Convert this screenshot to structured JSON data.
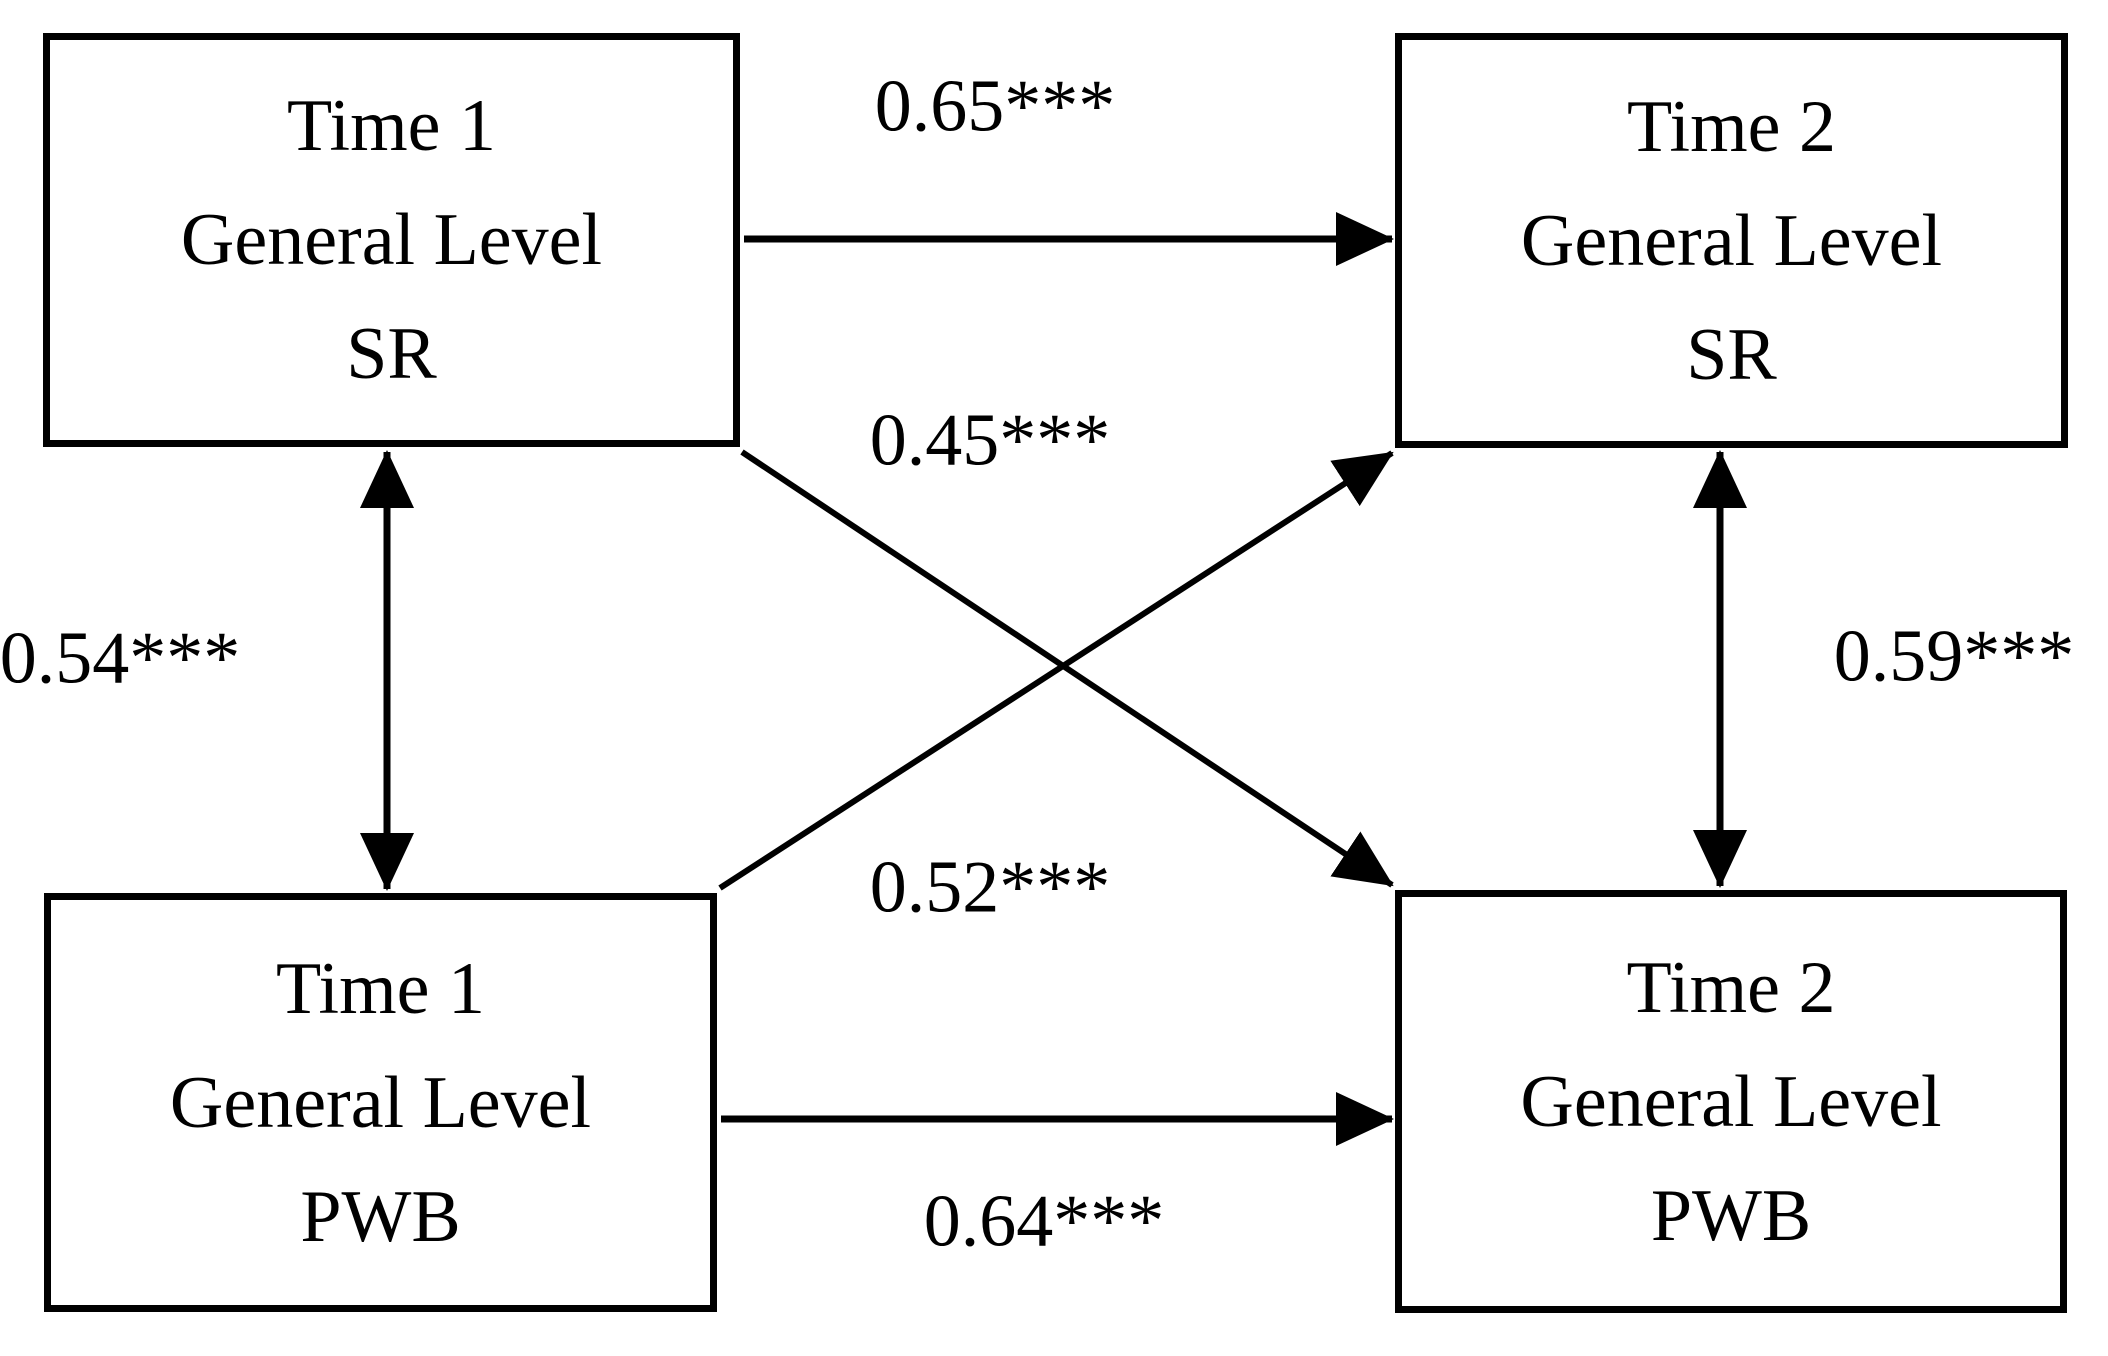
{
  "diagram": {
    "background_color": "#ffffff",
    "line_color": "#000000",
    "text_color": "#000000",
    "nodes": [
      {
        "id": "t1-sr",
        "lines": [
          "Time 1",
          "General Level",
          "SR"
        ]
      },
      {
        "id": "t2-sr",
        "lines": [
          "Time 2",
          "General Level",
          "SR"
        ]
      },
      {
        "id": "t1-pwb",
        "lines": [
          "Time 1",
          "General Level",
          "PWB"
        ]
      },
      {
        "id": "t2-pwb",
        "lines": [
          "Time 2",
          "General Level",
          "PWB"
        ]
      }
    ],
    "edges": [
      {
        "from": "t1-sr",
        "to": "t2-sr",
        "type": "directed",
        "label": "0.65***"
      },
      {
        "from": "t1-pwb",
        "to": "t2-sr",
        "type": "directed",
        "label": "0.45***"
      },
      {
        "from": "t1-sr",
        "to": "t1-pwb",
        "type": "bidirectional",
        "label": "0.54***"
      },
      {
        "from": "t2-sr",
        "to": "t2-pwb",
        "type": "bidirectional",
        "label": "0.59***"
      },
      {
        "from": "t1-sr",
        "to": "t2-pwb",
        "type": "directed",
        "label": "0.52***"
      },
      {
        "from": "t1-pwb",
        "to": "t2-pwb",
        "type": "directed",
        "label": "0.64***"
      }
    ]
  }
}
